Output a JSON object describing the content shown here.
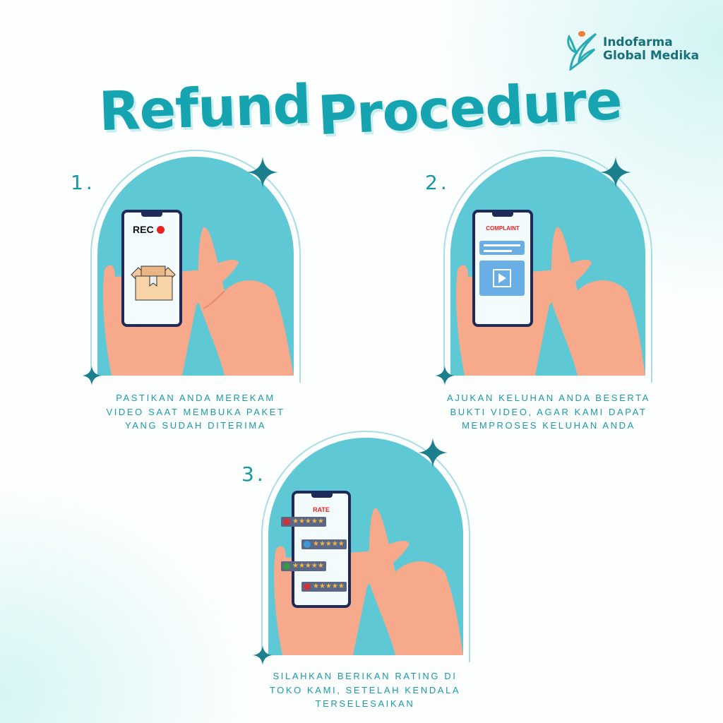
{
  "brand": {
    "line1": "Indofarma",
    "line2": "Global Medika"
  },
  "title": {
    "word1": "Refund",
    "word2": "Procedure"
  },
  "steps": [
    {
      "number": "1.",
      "screen_label": "REC",
      "caption": [
        "PASTIKAN ANDA MEREKAM",
        "VIDEO SAAT MEMBUKA PAKET",
        "YANG SUDAH DITERIMA"
      ]
    },
    {
      "number": "2.",
      "screen_label": "COMPLAINT",
      "caption": [
        "AJUKAN KELUHAN ANDA BESERTA",
        "BUKTI VIDEO, AGAR KAMI DAPAT",
        "MEMPROSES KELUHAN ANDA"
      ]
    },
    {
      "number": "3.",
      "screen_label": "RATE",
      "stars": "★★★★★",
      "caption": [
        "SILAHKAN BERIKAN RATING DI",
        "TOKO KAMI, SETELAH KENDALA",
        "TERSELESAIKAN"
      ]
    }
  ],
  "colors": {
    "teal": "#16a4b1",
    "arch": "#5ec8d5",
    "skin": "#f6a98b",
    "accent_red": "#e8221f"
  }
}
